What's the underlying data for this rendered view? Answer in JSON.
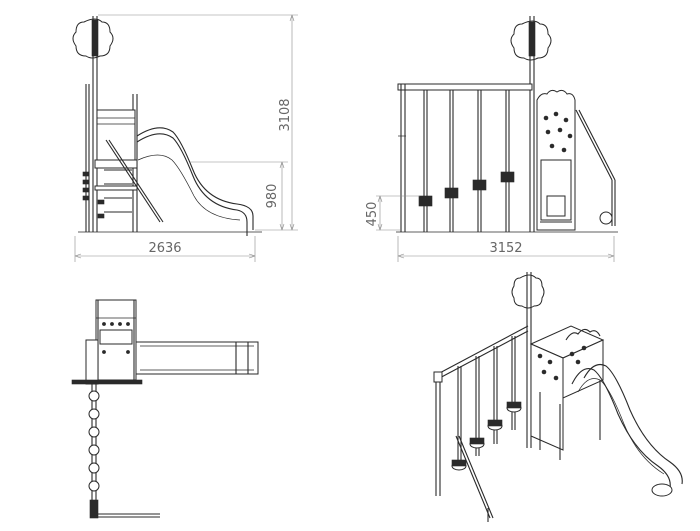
{
  "views": {
    "side": {
      "width_dim": "2636",
      "height_dim": "3108",
      "deck_dim": "980"
    },
    "front": {
      "width_dim": "3152",
      "handle_dim": "450"
    }
  },
  "colors": {
    "line": "#2a2a2a",
    "dimension": "#8a8a8a",
    "dimension_text": "#666666",
    "background": "#ffffff"
  }
}
